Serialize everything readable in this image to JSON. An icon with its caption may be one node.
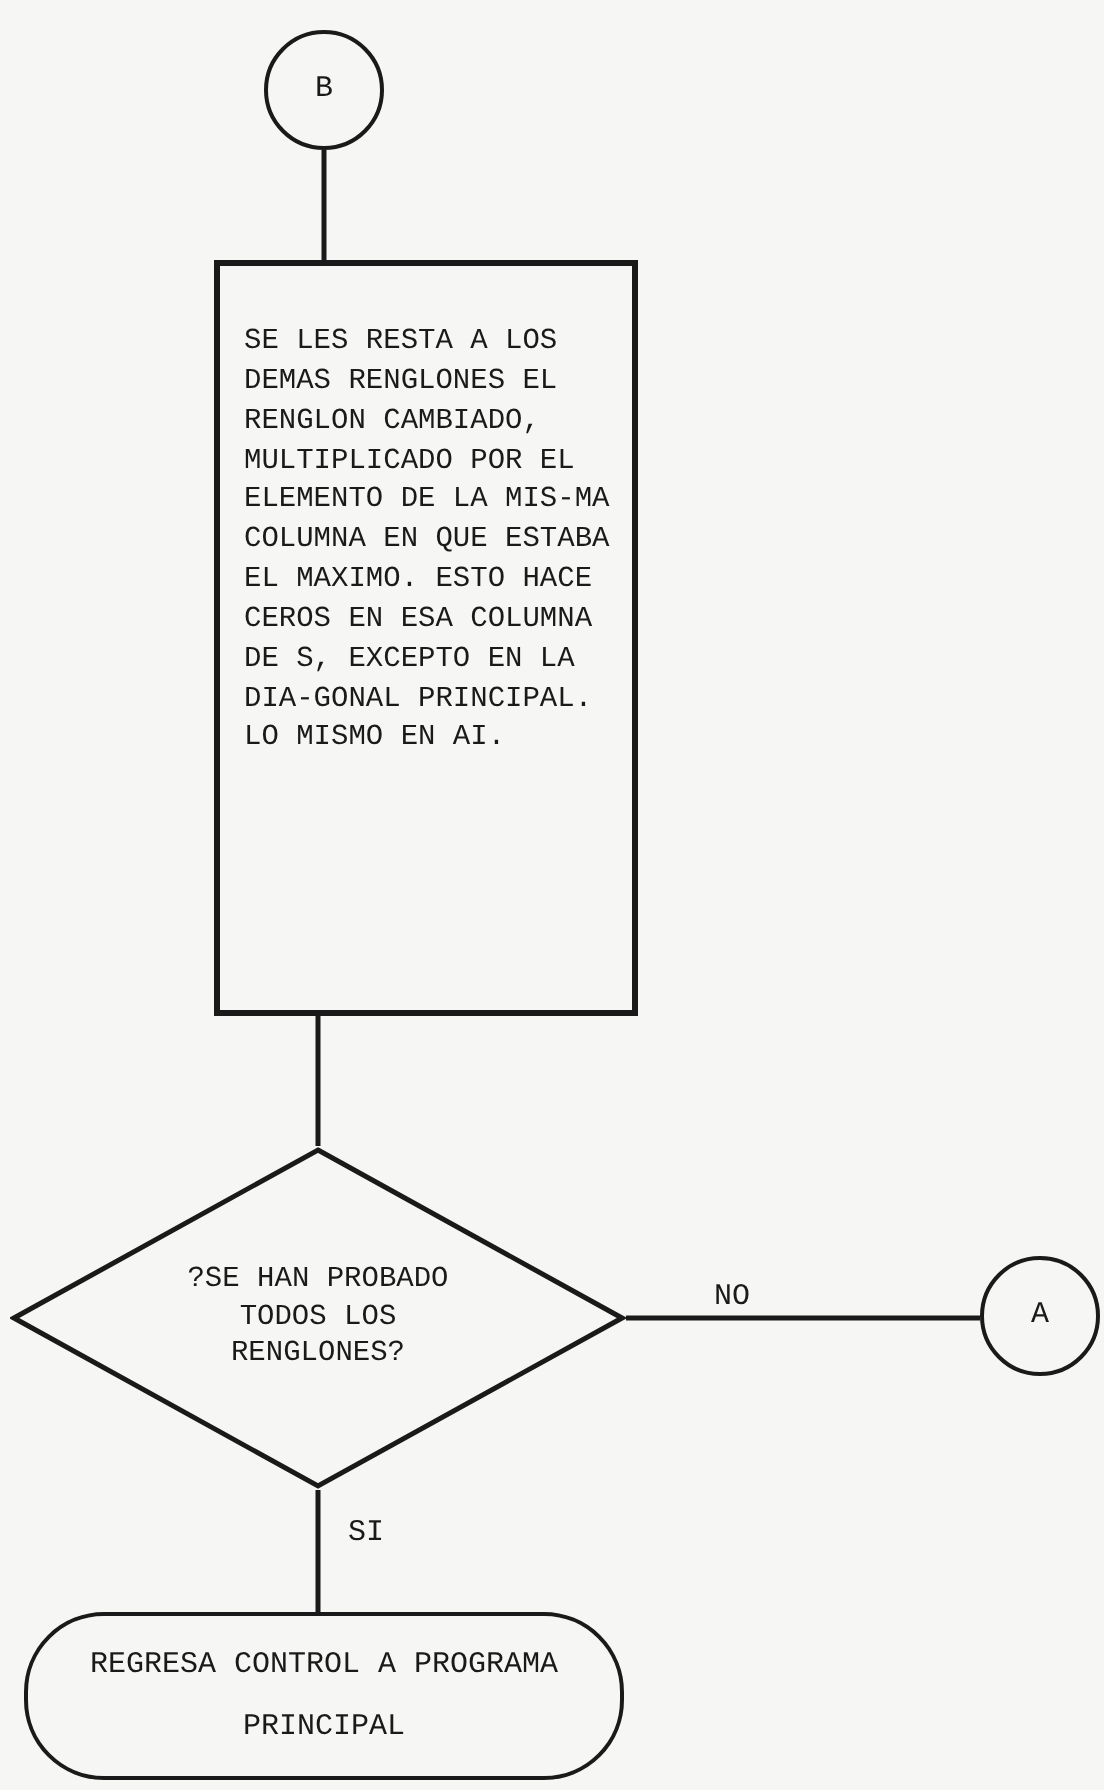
{
  "diagram": {
    "nodes": [
      {
        "text": [
          "B"
        ]
      },
      {
        "text": [
          "SE LES RESTA A LOS DEMAS RENGLONES EL RENGLON CAMBIADO, MULTIPLICADO POR EL ELEMENTO DE LA MIS-MA COLUMNA EN QUE ESTABA EL MAXIMO. ESTO HACE CEROS EN ESA COLUMNA DE S, EXCEPTO EN LA DIA-GONAL PRINCIPAL. LO MISMO EN AI."
        ]
      },
      {
        "text": [
          "?SE HAN PROBADO TODOS LOS RENGLONES?"
        ]
      },
      {
        "text": [
          "A"
        ]
      },
      {
        "text": [
          "REGRESA CONTROL A PROGRAMA PRINCIPAL"
        ]
      }
    ],
    "edges": [
      {
        "from": 0,
        "to": 1,
        "arrow": "none"
      },
      {
        "from": 1,
        "to": 2,
        "arrow": "none"
      },
      {
        "from": 2,
        "to": 3,
        "arrow": "none",
        "label": "NO"
      },
      {
        "from": 2,
        "to": 4,
        "arrow": "none",
        "label": "SI"
      }
    ]
  }
}
